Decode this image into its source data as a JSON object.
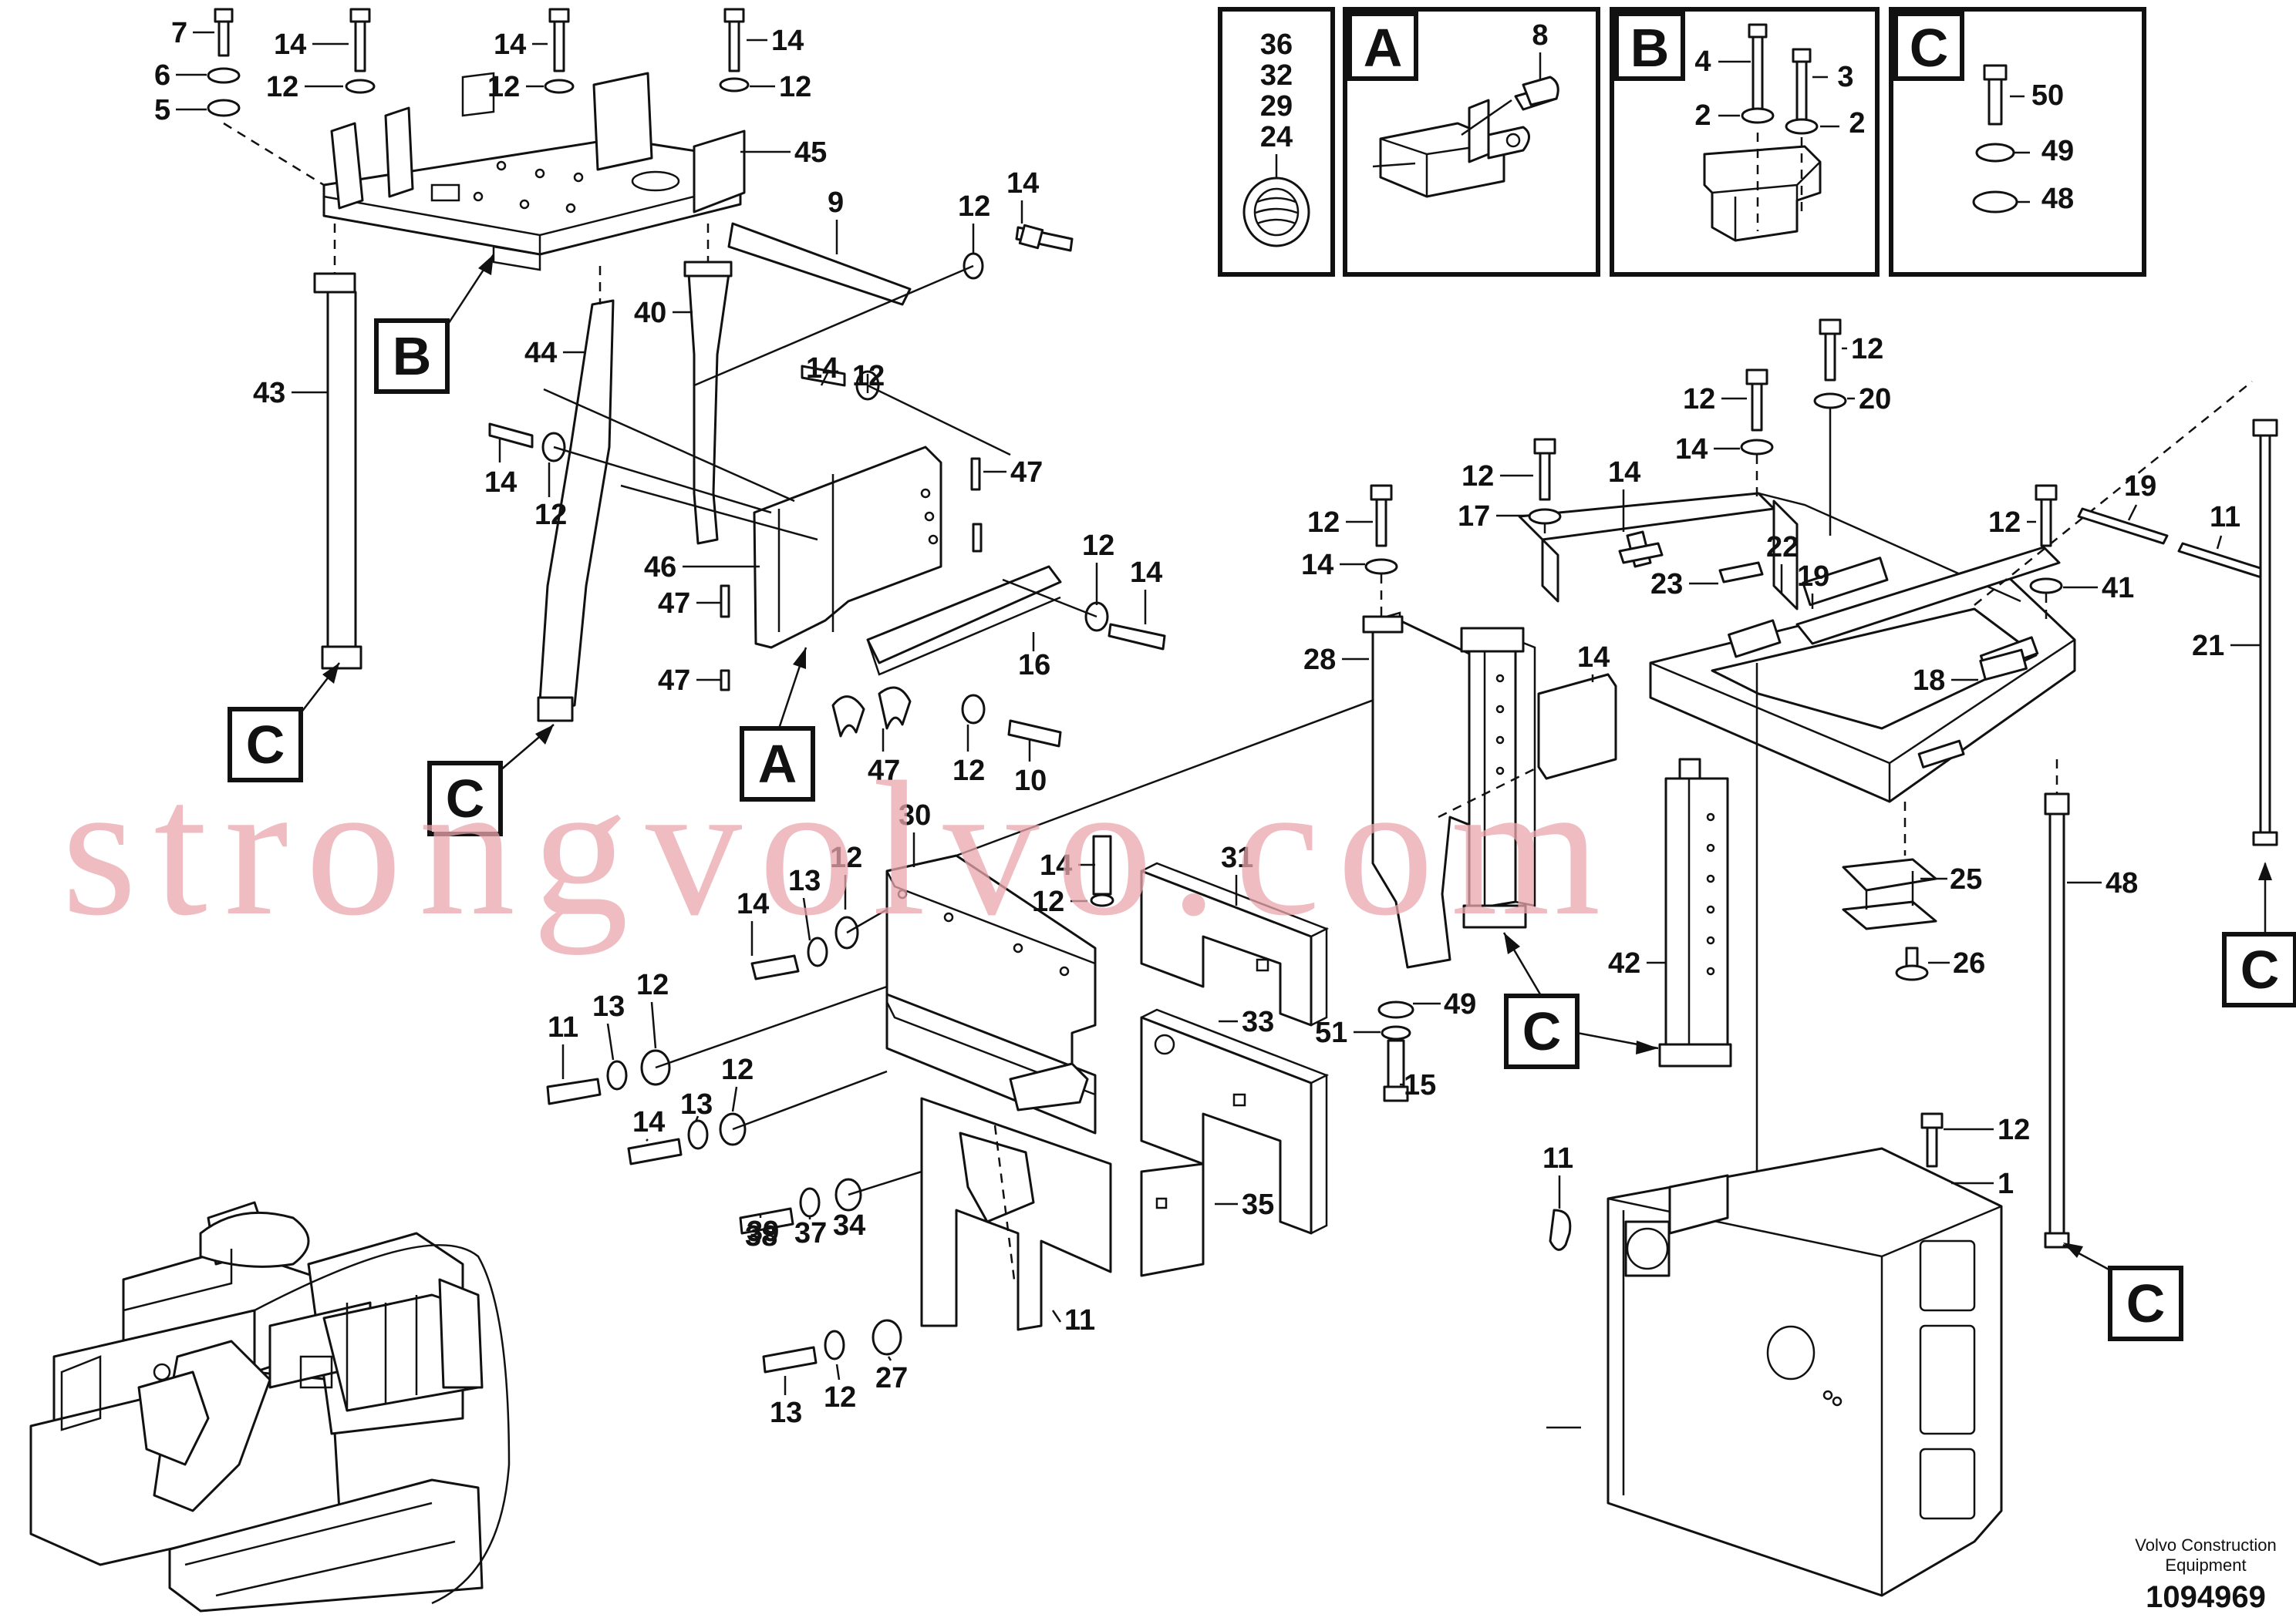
{
  "watermark": "strongvolvo.com",
  "footer": {
    "company_line1": "Volvo Construction",
    "company_line2": "Equipment",
    "drawing_number": "1094969"
  },
  "detail_panels": [
    {
      "letter": "",
      "callouts": [
        "36",
        "32",
        "29",
        "24"
      ]
    },
    {
      "letter": "A",
      "callouts": [
        "8"
      ]
    },
    {
      "letter": "B",
      "callouts": [
        "4",
        "3",
        "2",
        "2"
      ]
    },
    {
      "letter": "C",
      "callouts": [
        "50",
        "49",
        "48"
      ]
    }
  ],
  "reference_labels": [
    "B",
    "C",
    "C",
    "A",
    "C",
    "C",
    "C"
  ],
  "callouts": [
    "7",
    "6",
    "5",
    "14",
    "12",
    "14",
    "12",
    "14",
    "12",
    "45",
    "9",
    "12",
    "14",
    "40",
    "44",
    "43",
    "14",
    "12",
    "14",
    "12",
    "47",
    "46",
    "47",
    "47",
    "12",
    "14",
    "16",
    "12",
    "10",
    "47",
    "30",
    "14",
    "12",
    "31",
    "12",
    "14",
    "13",
    "12",
    "11",
    "13",
    "13",
    "12",
    "14",
    "38",
    "39",
    "37",
    "34",
    "35",
    "33",
    "11",
    "13",
    "12",
    "27",
    "28",
    "14",
    "12",
    "14",
    "12",
    "17",
    "14",
    "12",
    "14",
    "12",
    "20",
    "23",
    "22",
    "19",
    "19",
    "11",
    "12",
    "41",
    "21",
    "18",
    "25",
    "26",
    "42",
    "48",
    "49",
    "51",
    "15",
    "11",
    "12",
    "1"
  ]
}
